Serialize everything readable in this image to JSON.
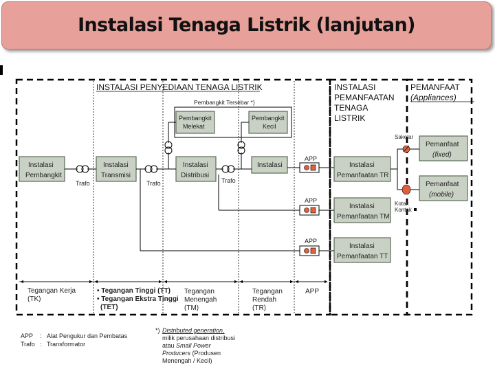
{
  "title": "Instalasi Tenaga Listrik (lanjutan)",
  "sections": {
    "penyediaan": "INSTALASI PENYEDIAAN TENAGA LISTRIK",
    "pemanfaatan": [
      "INSTALASI",
      "PEMANFAATAN",
      "TENAGA",
      "LISTRIK"
    ],
    "pemanfaat": "PEMANFAAT",
    "appliances": "(Appliances)"
  },
  "nodes": {
    "pembangkit": [
      "Instalasi",
      "Pembangkit"
    ],
    "transmisi": [
      "Instalasi",
      "Transmisi"
    ],
    "distribusi": [
      "Instalasi",
      "Distribusi"
    ],
    "instalasi": "Instalasi",
    "melekat": [
      "Pembangkit",
      "Melekat"
    ],
    "kecil": [
      "Pembangkit",
      "Kecil"
    ],
    "tersebar": "Pembangkit Tersebar *)",
    "pem_tr": [
      "Instalasi",
      "Pemanfaatan TR"
    ],
    "pem_tm": [
      "Instalasi",
      "Pemanfaatan TM"
    ],
    "pem_tt": [
      "Instalasi",
      "Pemanfaatan TT"
    ],
    "fixed": [
      "Pemanfaat",
      "(fixed)"
    ],
    "mobile": [
      "Pemanfaat",
      "(mobile)"
    ]
  },
  "labels": {
    "trafo": "Trafo",
    "app": "APP",
    "sakelar": "Sakelar",
    "kotak_kontak": [
      "Kotak",
      "Kontak"
    ]
  },
  "voltage_bands": {
    "tk": [
      "Tegangan Kerja",
      "(TK)"
    ],
    "tt": [
      "• Tegangan Tinggi (TT)",
      "• Tegangan Ekstra Tinggi",
      "(TET)"
    ],
    "tm": [
      "Tegangan",
      "Menengah",
      "(TM)"
    ],
    "tr": [
      "Tegangan",
      "Rendah",
      "(TR)"
    ],
    "app": "APP"
  },
  "legend": {
    "app_abbr": "APP",
    "app_sep": ":",
    "app_text": "Alat Pengukur dan Pembatas",
    "trafo_abbr": "Trafo",
    "trafo_sep": ":",
    "trafo_text": "Transformator"
  },
  "footnote": {
    "mark": "*)",
    "line1": "Distributed generation,",
    "line2": "milik perusahaan distribusi",
    "line3a": "atau ",
    "line3b": "Small Power",
    "line4a": "Producers",
    "line4b": " (Produsen",
    "line5": "Menengah / Kecil)"
  },
  "colors": {
    "title_bg": "#e8a09a",
    "box_fill": "#c9d0c4",
    "switch_red": "#e0603c"
  }
}
